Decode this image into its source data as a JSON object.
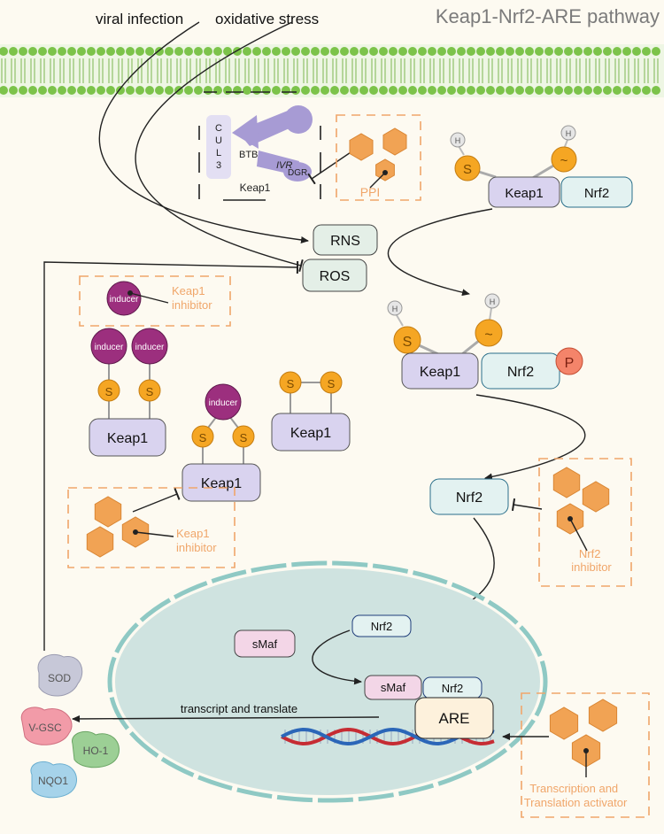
{
  "title": "Keap1-Nrf2-ARE pathway",
  "stimuli": {
    "viral": "viral infection",
    "oxidative": "oxidative stress"
  },
  "keap1_structure": {
    "cul3": [
      "C",
      "U",
      "L",
      "3"
    ],
    "btb": "BTB",
    "ivr": "IVR",
    "dgr": "DGR",
    "caption": "Keap1",
    "ppi": "PPI"
  },
  "species": {
    "rns": "RNS",
    "ros": "ROS"
  },
  "complex_top": {
    "keap1": "Keap1",
    "nrf2": "Nrf2",
    "h": "H",
    "s": "S"
  },
  "complex_mid": {
    "keap1": "Keap1",
    "nrf2": "Nrf2",
    "p": "P"
  },
  "inducer_box": {
    "inducer": "inducer",
    "label": "Keap1 inhibitor"
  },
  "keap1_forms": {
    "a": "Keap1",
    "b": "Keap1",
    "c": "Keap1",
    "inducer": "inducer",
    "s": "S"
  },
  "keap1_inhibitor_box": {
    "label": "Keap1 inhibitor"
  },
  "nrf2_free": "Nrf2",
  "nrf2_inhibitor": "Nrf2 inhibitor",
  "nucleus": {
    "nrf2": "Nrf2",
    "smaf": "sMaf",
    "smaf2": "sMaf",
    "nrf2_2": "Nrf2",
    "are": "ARE",
    "transcript": "transcript and translate"
  },
  "products": {
    "sod": "SOD",
    "vgsc": "V-GSC",
    "ho1": "HO-1",
    "nqo1": "NQO1"
  },
  "activator": "Transcription and Translation activator",
  "colors": {
    "membrane": "#7cc34a",
    "keap1": "#d9d3ef",
    "nrf2": "#e3f2f1",
    "orange": "#f1a354",
    "inducer": "#9c2f7e",
    "sulfur": "#f5a623",
    "nucleus": "#cfe3e0"
  }
}
